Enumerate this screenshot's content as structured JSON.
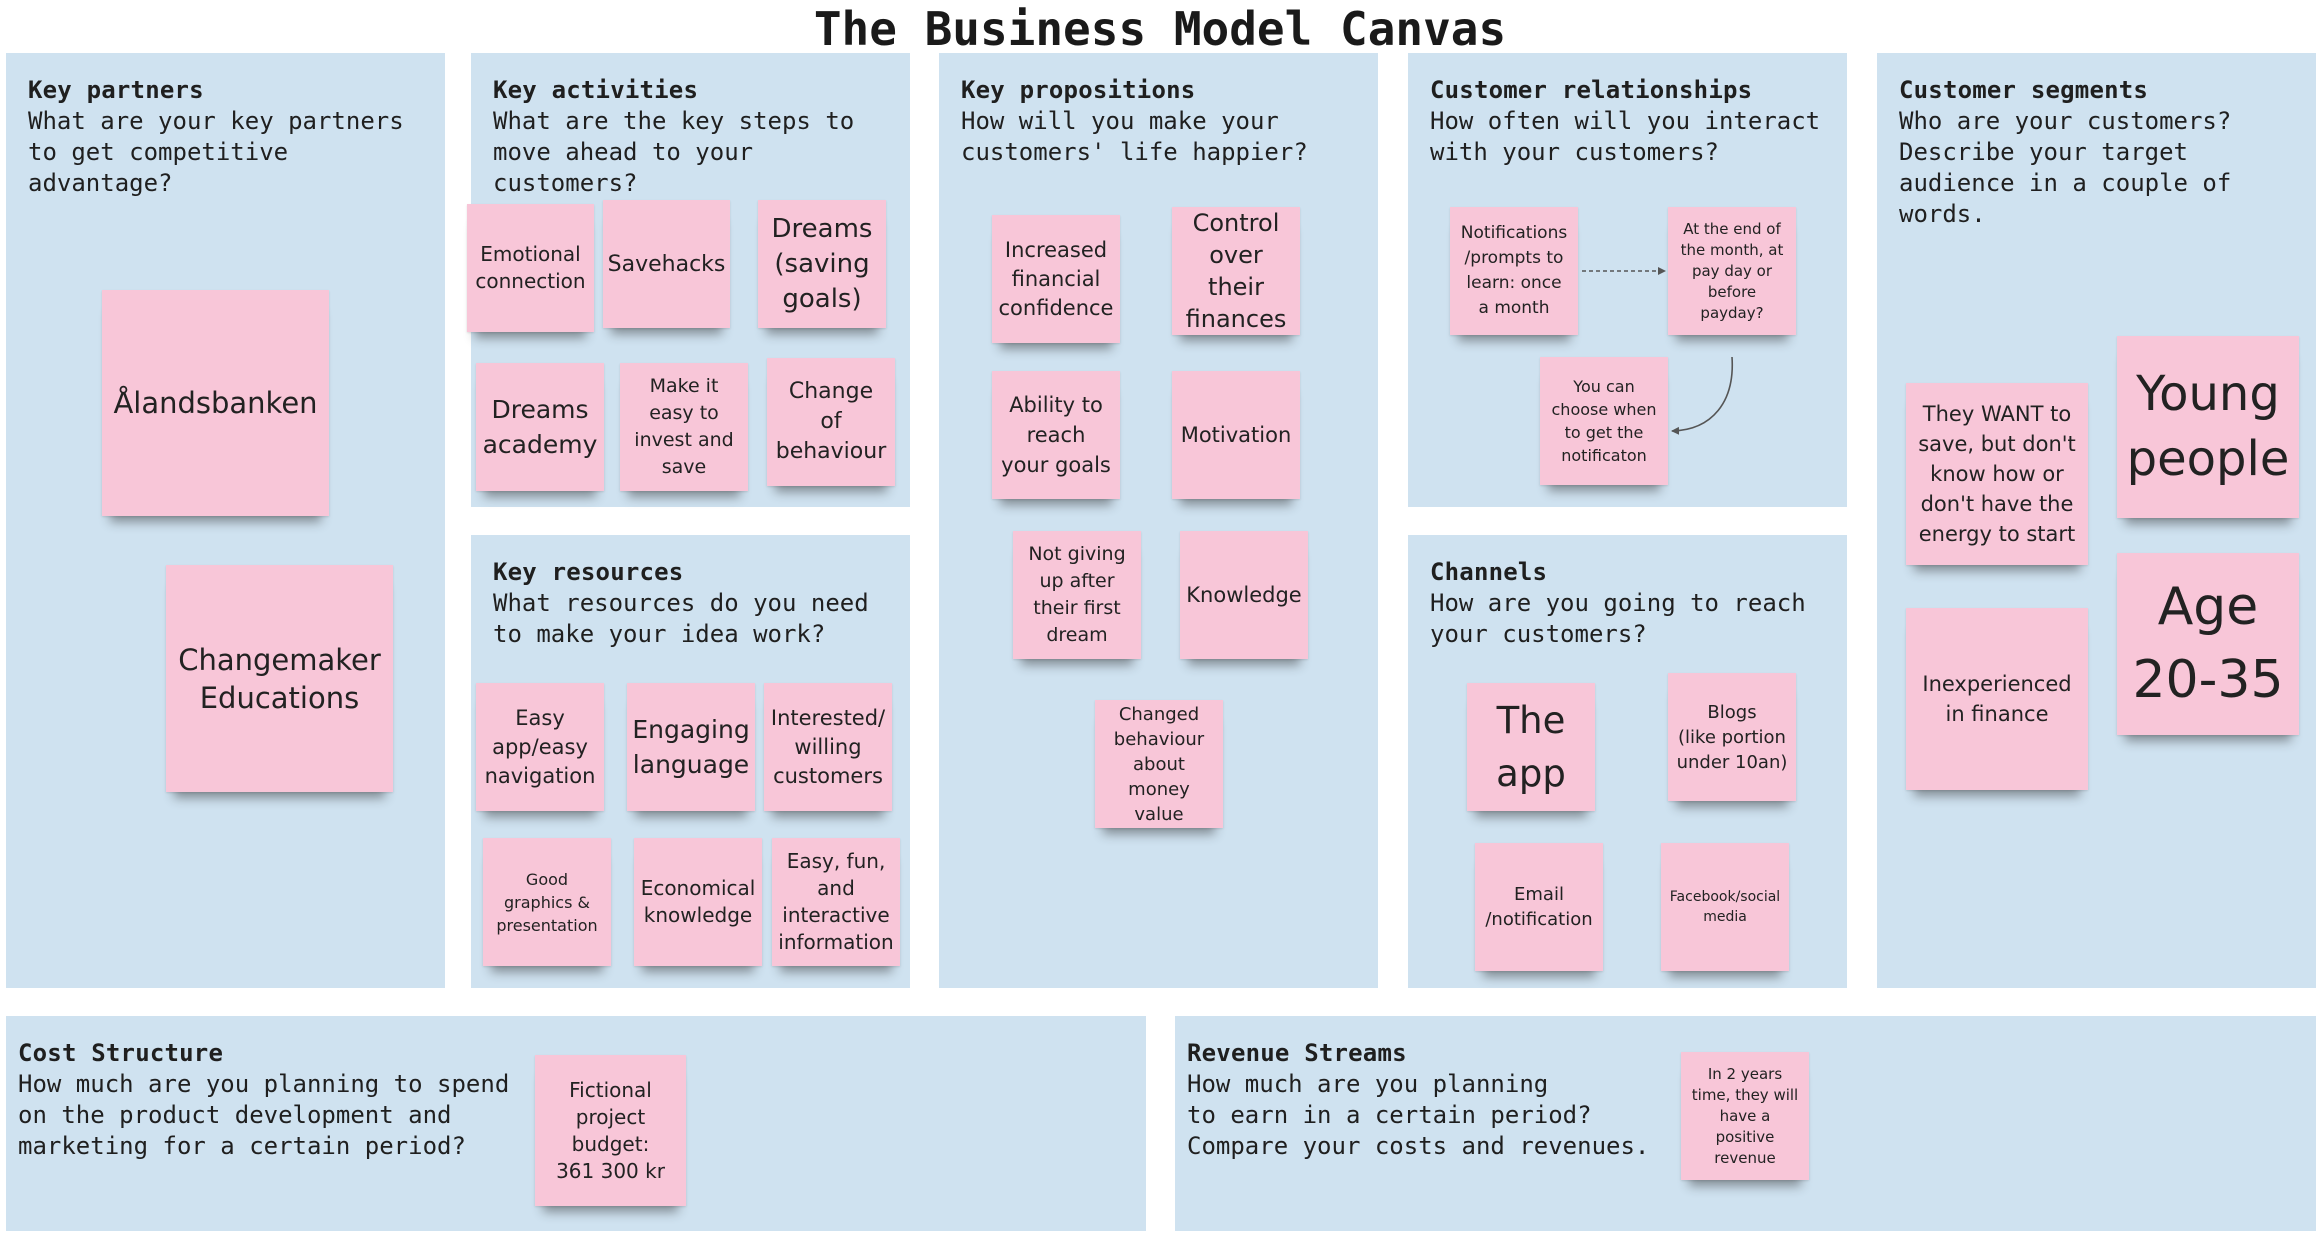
{
  "canvas": {
    "title": "The Business Model Canvas"
  },
  "key_partners": {
    "title": "Key partners",
    "prompt": "What are your key partners\nto get competitive\nadvantage?",
    "notes": [
      "Ålandsbanken",
      "Changemaker\nEducations"
    ]
  },
  "key_activities": {
    "title": "Key activities",
    "prompt": "What are the key steps to\nmove ahead to your\ncustomers?",
    "notes": [
      "Emotional\nconnection",
      "Savehacks",
      "Dreams\n(saving\ngoals)",
      "Dreams\nacademy",
      "Make it\neasy to\ninvest and\nsave",
      "Change of\nbehaviour"
    ]
  },
  "key_resources": {
    "title": "Key resources",
    "prompt": "What resources do you need\nto make your idea work?",
    "notes": [
      "Easy\napp/easy\nnavigation",
      "Engaging\nlanguage",
      "Interested/\nwilling\ncustomers",
      "Good\ngraphics &\npresentation",
      "Economical\nknowledge",
      "Easy, fun,\nand\ninteractive\ninformation"
    ]
  },
  "key_propositions": {
    "title": "Key propositions",
    "prompt": "How will you make your\ncustomers' life happier?",
    "notes": [
      "Increased\nfinancial\nconfidence",
      "Control\nover their\nfinances",
      "Ability to\nreach\nyour goals",
      "Motivation",
      "Not giving\nup after\ntheir first\ndream",
      "Knowledge",
      "Changed\nbehaviour\nabout\nmoney value"
    ]
  },
  "customer_relationships": {
    "title": "Customer relationships",
    "prompt": "How often will you interact\nwith your customers?",
    "notes": [
      "Notifications\n/prompts to\nlearn: once\na month",
      "At the end of\nthe month, at\npay day or\nbefore\npayday?",
      "You can\nchoose when\nto get the\nnotificaton"
    ]
  },
  "channels": {
    "title": "Channels",
    "prompt": "How are you going to reach\nyour customers?",
    "notes": [
      "The\napp",
      "Blogs\n(like portion\nunder 10an)",
      "Email\n/notification",
      "Facebook/social\nmedia"
    ]
  },
  "customer_segments": {
    "title": "Customer segments",
    "prompt": "Who are your customers?\nDescribe your target\naudience in a couple of\nwords.",
    "notes": [
      "They WANT to\nsave, but don't\nknow how or\ndon't have the\nenergy to start",
      "Young\npeople",
      "Inexperienced\nin finance",
      "Age\n20-35"
    ]
  },
  "cost_structure": {
    "title": "Cost Structure",
    "prompt": "How much are you planning to spend\non the product development and\nmarketing for a certain period?",
    "notes": [
      "Fictional\nproject\nbudget:\n361 300 kr"
    ]
  },
  "revenue_streams": {
    "title": "Revenue Streams",
    "prompt": "How much are you planning\nto earn in a certain period?\nCompare your costs and revenues.",
    "notes": [
      "In 2 years\ntime, they will\nhave a positive\nrevenue"
    ]
  },
  "colors": {
    "section_bg": "#cfe2f0",
    "sticky_note": "#f8c6d8",
    "text": "#1f1f1f"
  }
}
